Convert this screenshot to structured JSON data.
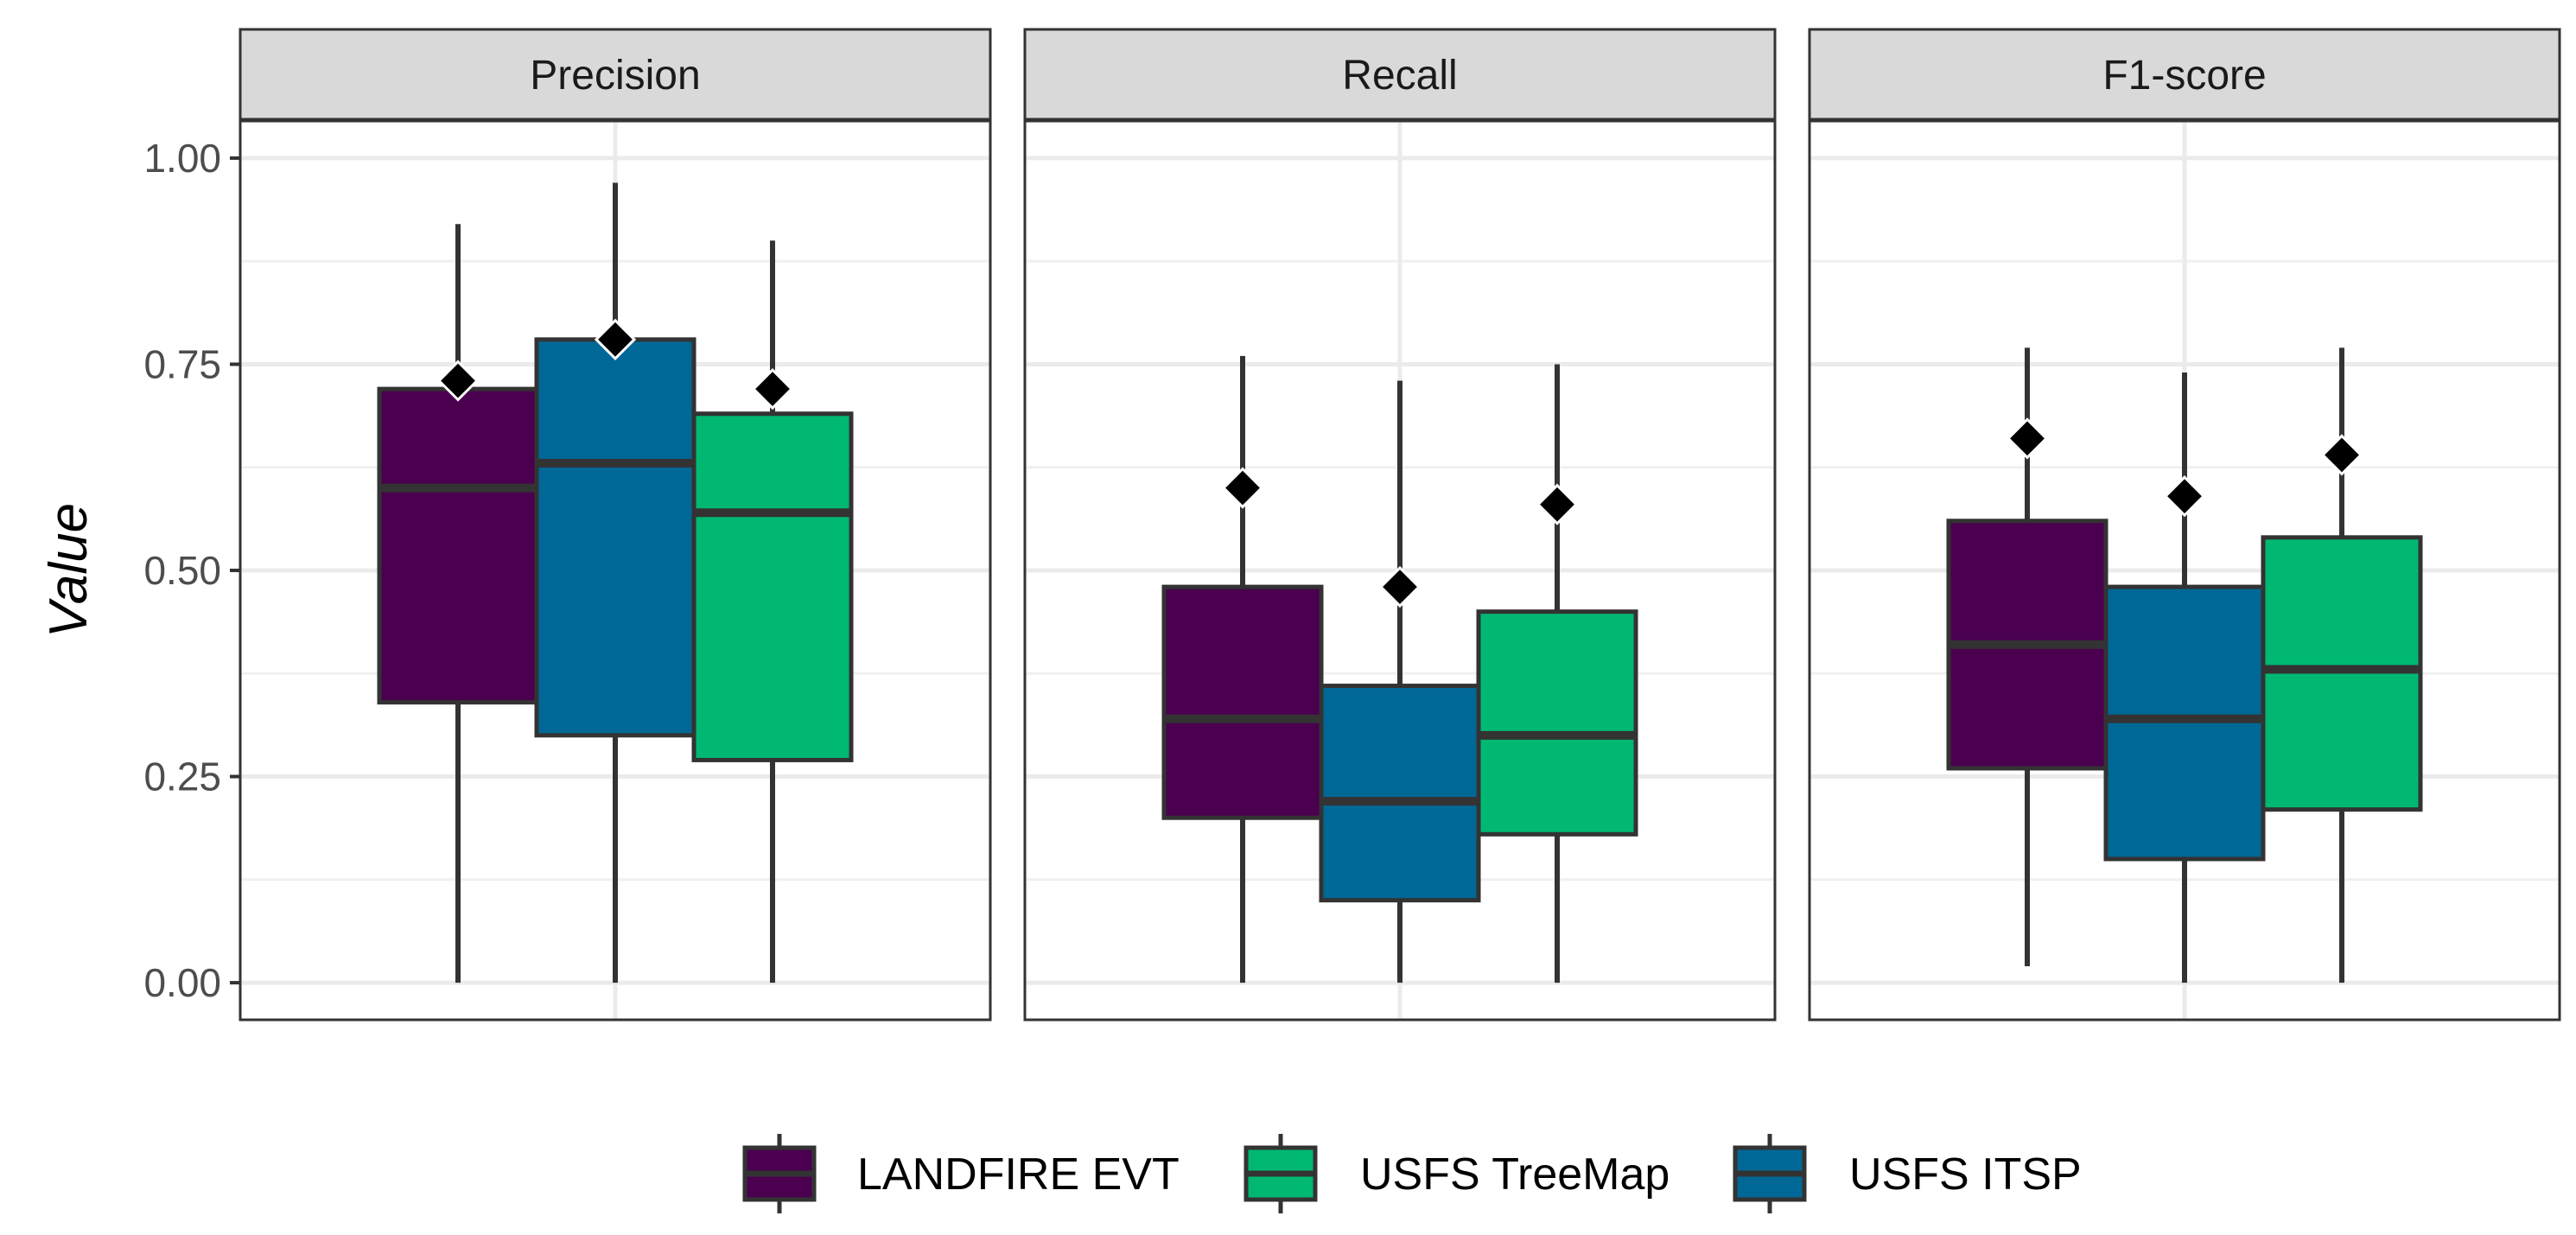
{
  "chart_data": {
    "type": "box",
    "ylabel": "Value",
    "ylim": [
      -0.045,
      1.045
    ],
    "yticks": [
      0,
      0.25,
      0.5,
      0.75,
      1.0
    ],
    "ytick_labels": [
      "0.00",
      "0.25",
      "0.50",
      "0.75",
      "1.00"
    ],
    "grid": true,
    "legend_position": "bottom",
    "colors": {
      "LANDFIRE EVT": "#4a004f",
      "USFS ITSP": "#006896",
      "USFS TreeMap": "#00b872",
      "mean_marker": "#000000",
      "box_outline": "#333333",
      "strip_fill": "#d9d9d9"
    },
    "legend": [
      "LANDFIRE EVT",
      "USFS TreeMap",
      "USFS ITSP"
    ],
    "panels": [
      {
        "name": "Precision",
        "boxes": [
          {
            "series": "LANDFIRE EVT",
            "min": 0.0,
            "q1": 0.34,
            "median": 0.6,
            "q3": 0.72,
            "max": 0.92,
            "mean": 0.73
          },
          {
            "series": "USFS ITSP",
            "min": 0.0,
            "q1": 0.3,
            "median": 0.63,
            "q3": 0.78,
            "max": 0.97,
            "mean": 0.78
          },
          {
            "series": "USFS TreeMap",
            "min": 0.0,
            "q1": 0.27,
            "median": 0.57,
            "q3": 0.69,
            "max": 0.9,
            "mean": 0.72
          }
        ]
      },
      {
        "name": "Recall",
        "boxes": [
          {
            "series": "LANDFIRE EVT",
            "min": 0.0,
            "q1": 0.2,
            "median": 0.32,
            "q3": 0.48,
            "max": 0.76,
            "mean": 0.6
          },
          {
            "series": "USFS ITSP",
            "min": 0.0,
            "q1": 0.1,
            "median": 0.22,
            "q3": 0.36,
            "max": 0.73,
            "mean": 0.48
          },
          {
            "series": "USFS TreeMap",
            "min": 0.0,
            "q1": 0.18,
            "median": 0.3,
            "q3": 0.45,
            "max": 0.75,
            "mean": 0.58
          }
        ]
      },
      {
        "name": "F1-score",
        "boxes": [
          {
            "series": "LANDFIRE EVT",
            "min": 0.02,
            "q1": 0.26,
            "median": 0.41,
            "q3": 0.56,
            "max": 0.77,
            "mean": 0.66
          },
          {
            "series": "USFS ITSP",
            "min": 0.0,
            "q1": 0.15,
            "median": 0.32,
            "q3": 0.48,
            "max": 0.74,
            "mean": 0.59
          },
          {
            "series": "USFS TreeMap",
            "min": 0.0,
            "q1": 0.21,
            "median": 0.38,
            "q3": 0.54,
            "max": 0.77,
            "mean": 0.64
          }
        ]
      }
    ]
  }
}
